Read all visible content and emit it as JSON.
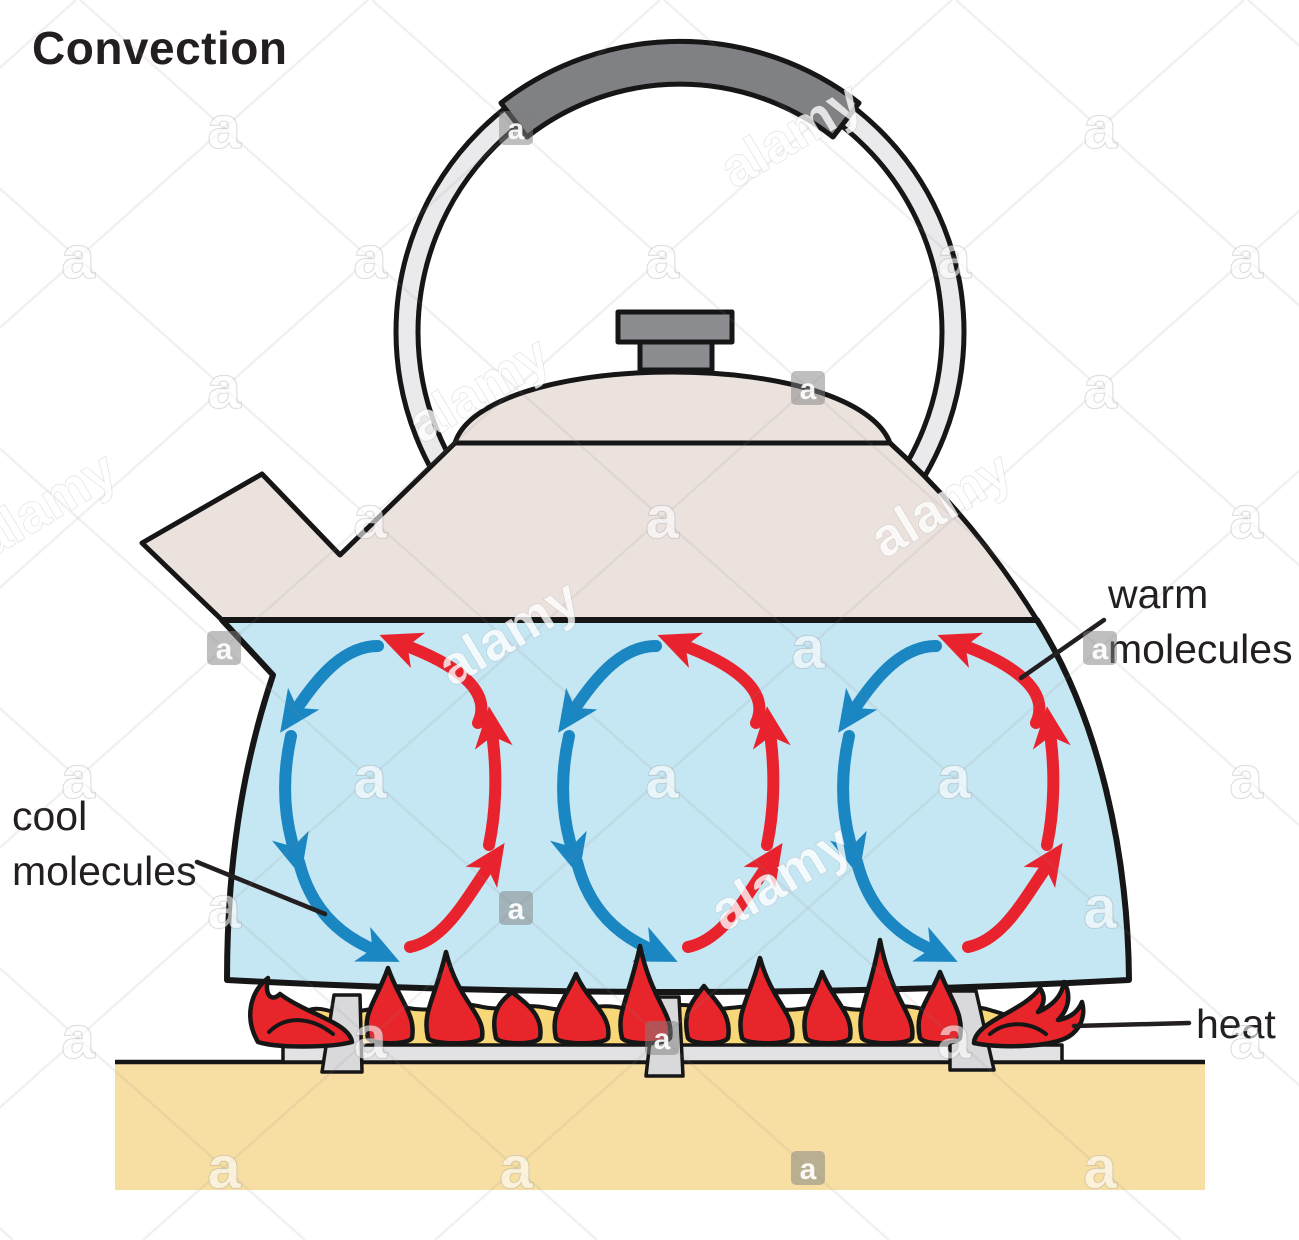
{
  "title": "Convection",
  "labels": {
    "warm": {
      "line1": "warm",
      "line2": "molecules"
    },
    "cool": {
      "line1": "cool",
      "line2": "molecules"
    },
    "heat": {
      "text": "heat"
    }
  },
  "watermark": {
    "brand": "alamy",
    "letter": "a"
  },
  "colors": {
    "kettle_body": "#ebe2de",
    "kettle_ring": "#eaeaec",
    "handle_grip": "#808184",
    "knob": "#8b8d90",
    "water": "#c5e6f3",
    "arrow_cool": "#1a86c2",
    "arrow_warm": "#e8232e",
    "flame_red": "#e8252b",
    "flame_yellow": "#f8d779",
    "trivet": "#e2e2e4",
    "trivet_leg": "#d9d9db",
    "ground": "#f7dfa3",
    "outline": "#161616",
    "text": "#231f20"
  }
}
